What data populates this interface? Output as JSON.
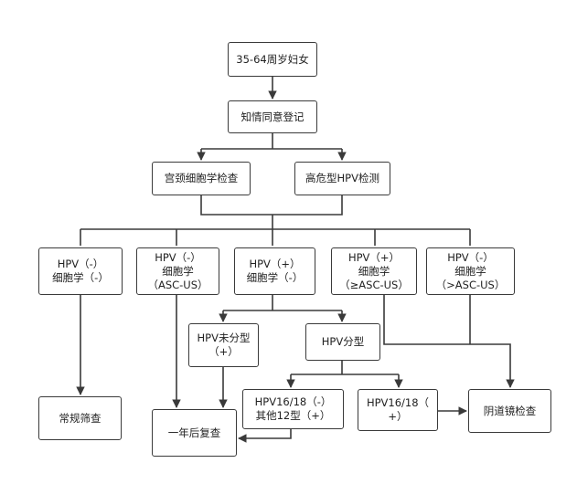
{
  "nodes": {
    "population": {
      "lines": [
        "35-64周岁妇女"
      ]
    },
    "consent": {
      "lines": [
        "知情同意登记"
      ]
    },
    "cytology_exam": {
      "lines": [
        "宫颈细胞学检查"
      ]
    },
    "hpv_test": {
      "lines": [
        "高危型HPV检测"
      ]
    },
    "r1": {
      "lines": [
        "HPV（-）",
        "细胞学（-）"
      ]
    },
    "r2": {
      "lines": [
        "HPV（-）",
        "细胞学",
        "（ASC-US）"
      ]
    },
    "r3": {
      "lines": [
        "HPV（+）",
        "细胞学（-）"
      ]
    },
    "r4": {
      "lines": [
        "HPV（+）",
        "细胞学",
        "（≥ASC-US）"
      ]
    },
    "r5": {
      "lines": [
        "HPV（-）",
        "细胞学",
        "（>ASC-US）"
      ]
    },
    "hpv_untyped": {
      "lines": [
        "HPV未分型",
        "（+）"
      ]
    },
    "hpv_typing": {
      "lines": [
        "HPV分型"
      ]
    },
    "routine": {
      "lines": [
        "常规筛查"
      ]
    },
    "other12": {
      "lines": [
        "HPV16/18（-）",
        "其他12型（+）"
      ]
    },
    "hpv1618": {
      "lines": [
        "HPV16/18（",
        "+）"
      ]
    },
    "colposcopy": {
      "lines": [
        "阴道镜检查"
      ]
    },
    "review": {
      "lines": [
        "一年后复查"
      ]
    }
  }
}
